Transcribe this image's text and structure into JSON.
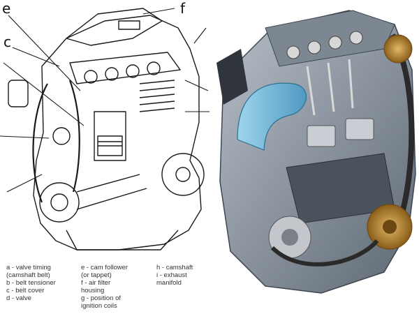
{
  "diagram": {
    "callouts": [
      "e",
      "f",
      "c"
    ],
    "legend": {
      "column_1": [
        "a - valve timing",
        "(camshaft belt)",
        "b - belt tensioner",
        "c - belt cover",
        "d - valve"
      ],
      "column_2": [
        "e - cam follower",
        "(or tappet)",
        "f - air filter",
        "housing",
        "g - position of",
        "ignition coils"
      ],
      "column_3": [
        "h - camshaft",
        "i - exhaust",
        "manifold"
      ]
    },
    "colors": {
      "line_art": "#1a1a1a",
      "coolant_blue": "#6fb6d8",
      "engine_grey": "#8c97a3",
      "belt_dark": "#2a2a2a",
      "pulley_gold": "#b8862b"
    }
  }
}
